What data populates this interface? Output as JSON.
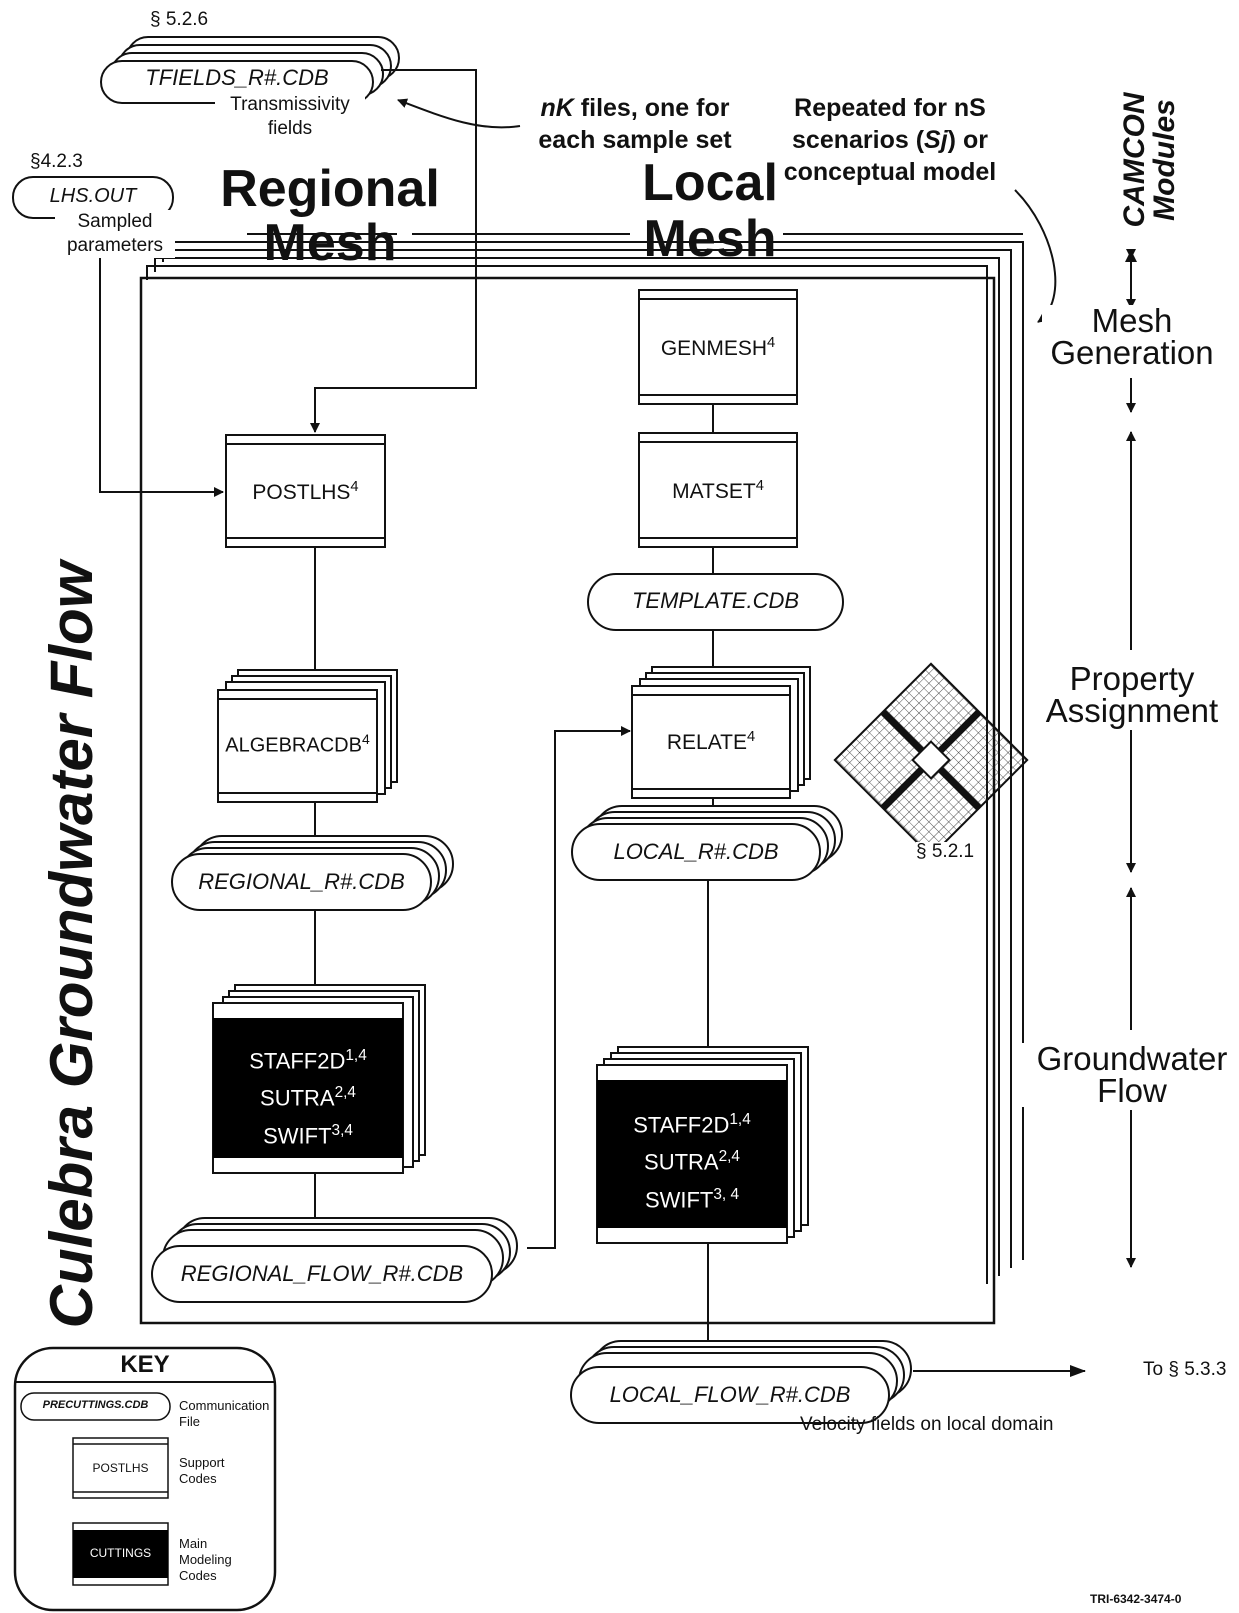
{
  "title": "Culebra Groundwater Flow",
  "camcon": "CAMCON Modules",
  "headers": {
    "regional": "Regional Mesh",
    "local": "Local Mesh"
  },
  "notes": {
    "nk_files_em": "nK",
    "nk_files_rest": " files, one for each sample set",
    "repeated_a": "Repeated for nS scenarios (",
    "repeated_sj": "Sj",
    "repeated_b": ") or conceptual model"
  },
  "inputs": {
    "tfields": {
      "section": "§ 5.2.6",
      "file": "TFIELDS_R#.CDB",
      "caption": "Transmissivity fields"
    },
    "lhs": {
      "section": "§4.2.3",
      "file": "LHS.OUT",
      "caption": "Sampled parameters"
    }
  },
  "codes": {
    "genmesh": {
      "name": "GENMESH",
      "sup": "4"
    },
    "matset": {
      "name": "MATSET",
      "sup": "4"
    },
    "postlhs": {
      "name": "POSTLHS",
      "sup": "4"
    },
    "algebracdb": {
      "name": "ALGEBRACDB",
      "sup": "4"
    },
    "relate": {
      "name": "RELATE",
      "sup": "4"
    },
    "regional_main": [
      {
        "name": "STAFF2D",
        "sup": "1,4"
      },
      {
        "name": "SUTRA",
        "sup": "2,4"
      },
      {
        "name": "SWIFT",
        "sup": "3,4"
      }
    ],
    "local_main": [
      {
        "name": "STAFF2D",
        "sup": "1,4"
      },
      {
        "name": "SUTRA",
        "sup": "2,4"
      },
      {
        "name": "SWIFT",
        "sup": "3, 4"
      }
    ]
  },
  "files": {
    "template": "TEMPLATE.CDB",
    "local": "LOCAL_R#.CDB",
    "regional": "REGIONAL_R#.CDB",
    "regional_flow": "REGIONAL_FLOW_R#.CDB",
    "local_flow": "LOCAL_FLOW_R#.CDB",
    "local_flow_caption": "Velocity fields on local domain"
  },
  "mesh_section": "§ 5.2.1",
  "output_target": "To  § 5.3.3",
  "stages": [
    "Mesh Generation",
    "Property Assignment",
    "Groundwater Flow"
  ],
  "key": {
    "title": "KEY",
    "items": [
      {
        "sample": "PRECUTTINGS.CDB",
        "label": "Communication File",
        "type": "file"
      },
      {
        "sample": "POSTLHS",
        "label": "Support Codes",
        "type": "support"
      },
      {
        "sample": "CUTTINGS",
        "label": "Main Modeling Codes",
        "type": "main"
      }
    ]
  },
  "figure_id": "TRI-6342-3474-0"
}
